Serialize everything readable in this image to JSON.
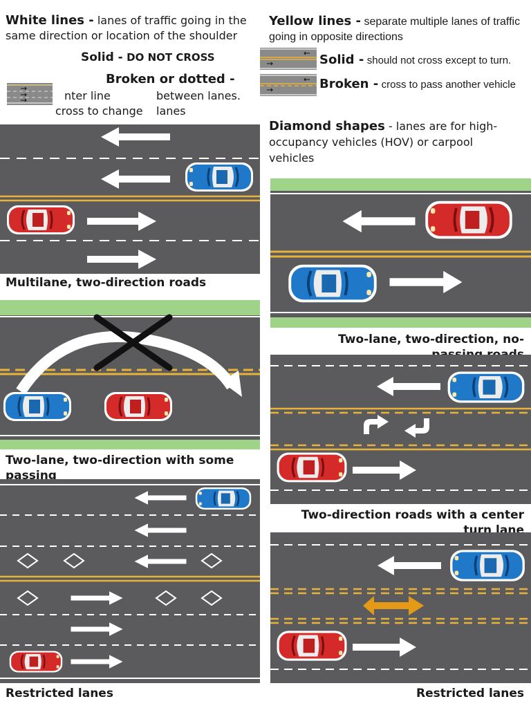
{
  "legend": {
    "white_heading": "White lines -",
    "white_desc": "lanes of traffic going in the same direction or location of the shoulder",
    "white_solid_label": "Solid -",
    "white_solid_desc": "DO NOT CROSS",
    "white_broken_label": "Broken or dotted -",
    "white_broken_frag1": "nter line",
    "white_broken_frag2": "cross to change",
    "white_broken_frag3": "between lanes.",
    "white_broken_frag4": "lanes",
    "yellow_heading": "Yellow lines -",
    "yellow_desc": "separate multiple lanes of traffic going in opposite directions",
    "yellow_solid_label": "Solid -",
    "yellow_solid_desc": "should not cross except to turn.",
    "yellow_broken_label": "Broken -",
    "yellow_broken_desc": "cross to pass another vehicle",
    "diamond_heading": "Diamond shapes",
    "diamond_desc": "- lanes are for high-occupancy vehicles (HOV) or carpool vehicles"
  },
  "captions": {
    "multilane": "Multilane, two-direction roads",
    "two_lane_passing": "Two-lane, two-direction with some passing",
    "restricted_left": "Restricted lanes",
    "no_passing": "Two-lane, two-direction, no-passing roads",
    "center_turn": "Two-direction roads with a center turn lane",
    "restricted_right": "Restricted lanes"
  },
  "colors": {
    "asphalt": "#5b5b5d",
    "grass": "#9fd38a",
    "yellow_line": "#e8b33a",
    "white_line": "#ffffff",
    "car_red": "#d42a2a",
    "car_blue": "#1f78c8",
    "orange_arrow": "#e49a16"
  }
}
